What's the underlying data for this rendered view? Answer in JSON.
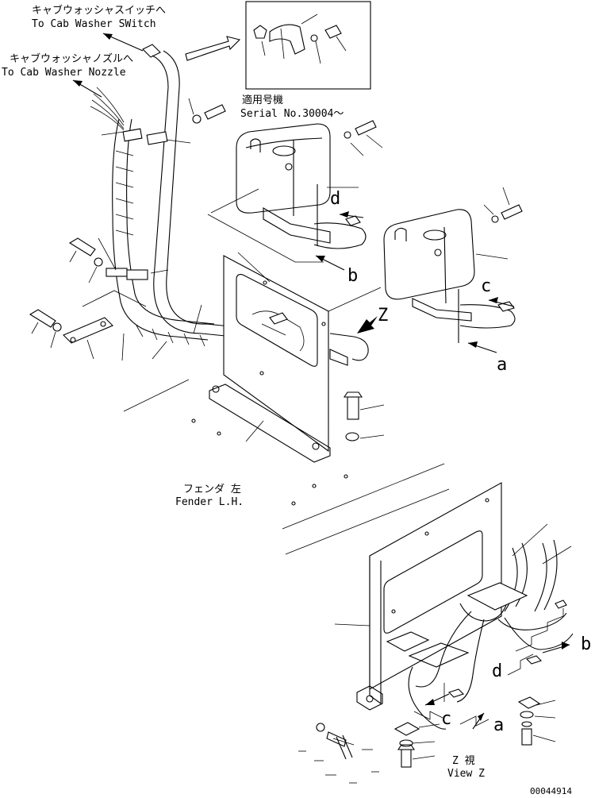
{
  "labels": {
    "cab_washer_switch_jp": "キャブウォッシャスイッチへ",
    "cab_washer_switch_en": "To Cab Washer SWitch",
    "cab_washer_nozzle_jp": "キャブウォッシャノズルへ",
    "cab_washer_nozzle_en": "To Cab Washer Nozzle",
    "serial_jp": "適用号機",
    "serial_en": "Serial No.30004～",
    "fender_jp": "フェンダ 左",
    "fender_en": "Fender L.H.",
    "view_jp": "Z 視",
    "view_en": "View Z",
    "drawing_number": "00044914"
  },
  "callouts": {
    "a_top": "a",
    "b_top": "b",
    "c_top": "c",
    "d_top": "d",
    "z_arrow": "Z",
    "a_bottom": "a",
    "b_bottom": "b",
    "c_bottom": "c",
    "d_bottom": "d"
  },
  "colors": {
    "ink": "#000000",
    "paper": "#ffffff"
  }
}
